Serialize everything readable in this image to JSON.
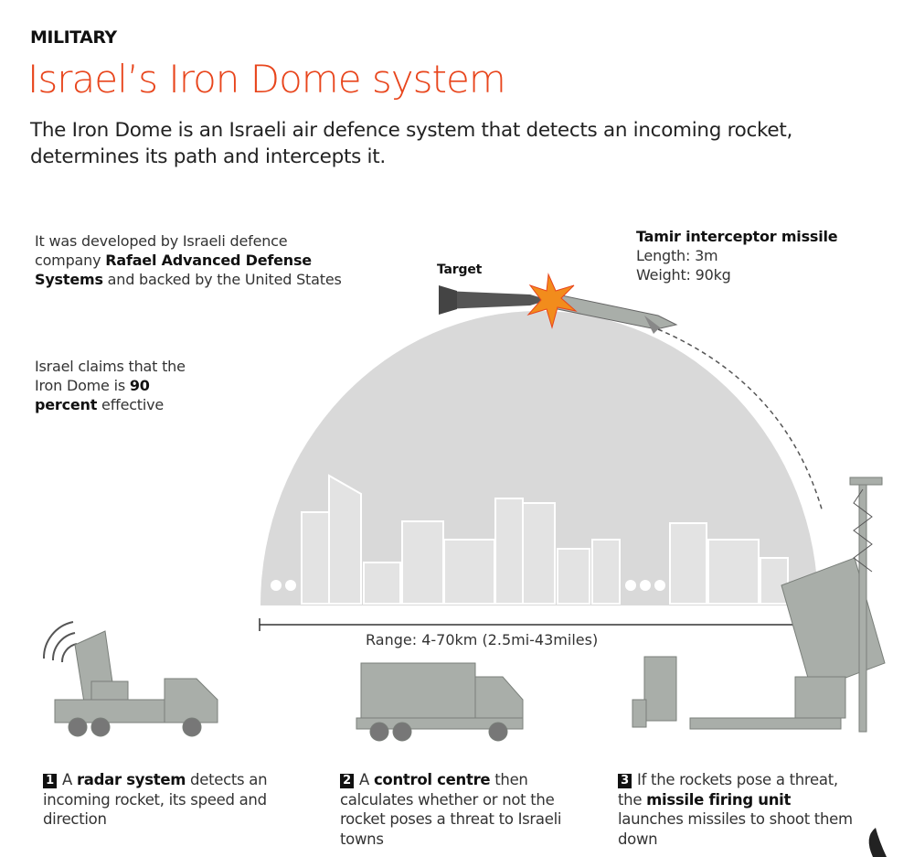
{
  "header": {
    "kicker": "MILITARY",
    "title": "Israel’s Iron Dome system",
    "lede": "The Iron Dome is an Israeli air defence system that detects an incoming rocket, determines its path and intercepts it."
  },
  "notes": {
    "developer": {
      "pre": "It was developed by Israeli defence company ",
      "bold": "Rafael Advanced Defense Systems",
      "post": " and backed by the United States"
    },
    "claim": {
      "pre": "Israel claims that the Iron Dome is ",
      "bold": "90 percent",
      "post": " effective"
    }
  },
  "diagram": {
    "target_label": "Target",
    "missile": {
      "name": "Tamir interceptor missile",
      "length": "Length: 3m",
      "weight": "Weight: 90kg"
    },
    "range_label": "Range: 4-70km (2.5mi-43miles)"
  },
  "steps": [
    {
      "num": "1",
      "pre": "A ",
      "bold": "radar system",
      "post": " detects an incoming rocket, its speed and direction"
    },
    {
      "num": "2",
      "pre": "A ",
      "bold": "control centre",
      "post": " then calculates whether or not the rocket poses a threat to Israeli towns"
    },
    {
      "num": "3",
      "pre": "If the rockets pose a threat, the ",
      "bold": "missile firing unit",
      "post": " launches missiles to shoot them down"
    }
  ],
  "colors": {
    "accent": "#e8451c",
    "dome": "#d9d9d9",
    "vehicle": "#a9aea9"
  }
}
